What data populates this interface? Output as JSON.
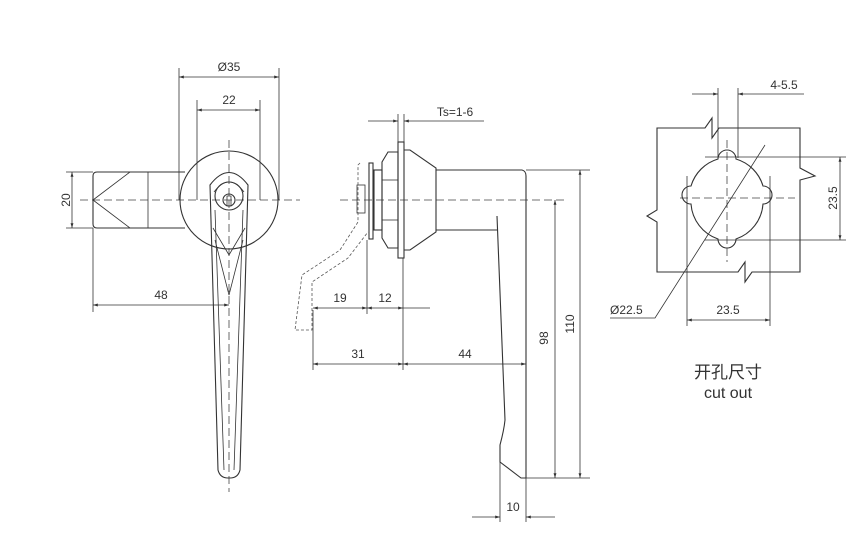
{
  "front_view": {
    "dia_35": "Ø35",
    "dim_22": "22",
    "dim_20": "20",
    "dim_48": "48"
  },
  "side_view": {
    "ts": "Ts=1-6",
    "dim_19": "19",
    "dim_12": "12",
    "dim_31": "31",
    "dim_44": "44",
    "dim_98": "98",
    "dim_110": "110",
    "dim_10": "10"
  },
  "cutout": {
    "dim_slot": "4-5.5",
    "dim_height": "23.5",
    "dim_width": "23.5",
    "dia": "Ø22.5",
    "title_cn": "开孔尺寸",
    "title_en": "cut out"
  }
}
